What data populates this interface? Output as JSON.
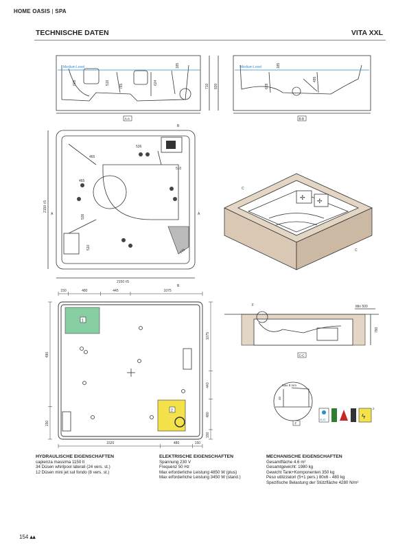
{
  "header": {
    "brand": "HOME OASIS",
    "sub": "SPA",
    "section_title": "TECHNISCHE DATEN",
    "model": "VITA XXL"
  },
  "section_aa": {
    "label": "A-A",
    "level": "Medium Level",
    "dims": [
      "665",
      "519",
      "765",
      "624",
      "185",
      "710",
      "830"
    ]
  },
  "section_bb": {
    "label": "B-B",
    "level": "Medium Level",
    "dims": [
      "185",
      "628",
      "495"
    ]
  },
  "plan": {
    "dims": [
      "465",
      "536",
      "465",
      "510",
      "536",
      "510",
      "2150 ±5",
      "2150 ±5",
      "775"
    ],
    "labels": [
      "B",
      "B",
      "A",
      "A"
    ]
  },
  "iso": {
    "labels": [
      "C",
      "C"
    ]
  },
  "foundation": {
    "top_dims": [
      "150",
      "480",
      "445",
      "1075"
    ],
    "left_dims": [
      "480",
      "150"
    ],
    "right_dims": [
      "1075",
      "440",
      "480",
      "150"
    ],
    "bottom_dims": [
      "1520",
      "480",
      "150"
    ],
    "zones": [
      "1",
      "2"
    ],
    "colors": {
      "water": "#7cc99a",
      "power": "#f3e24a"
    }
  },
  "section_cc": {
    "label": "C-C",
    "detail": "F",
    "min": "Min 500",
    "height": "790"
  },
  "detail_f": {
    "label": "F",
    "max": "Max 8 mm",
    "dim": "40",
    "icon_label": "H₂O",
    "icon_tag": "2"
  },
  "hydraulic": {
    "title": "HYDRAULISCHE EIGENSCHAFTEN",
    "lines": [
      "capienza massima 1150 lt",
      "34 Düsen whirlpool laterali (24 vers. st.)",
      "12 Düsen mini jet sul fondo (8 vers. st.)"
    ]
  },
  "electric": {
    "title": "ELEKTRISCHE EIGENSCHAFTEN",
    "lines": [
      "Spannung 230 V",
      "Frequenz 50 Hz",
      "Max erforderliche Leistung 4850 W (plus)",
      "Max erforderliche Leistung 3450 W (stand.)"
    ]
  },
  "mechanical": {
    "title": "MECHANISCHE EIGENSCHAFTEN",
    "lines": [
      "Gesamtfläche 4.6 m²",
      "Gesamtgewicht: 1980 kg",
      "Gewicht Tank+Komponenten 350 kg",
      "Peso utilizzatori (5+1 pers.) 80x6 - 480 kg",
      "Spezifische Belastung der Stützfläche 4280 N/m²"
    ]
  },
  "page": {
    "number": "154"
  }
}
